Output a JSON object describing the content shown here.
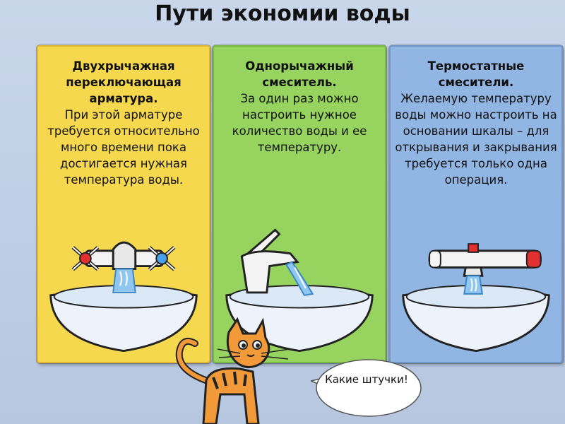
{
  "title": "Пути экономии воды",
  "panels": [
    {
      "heading": "Двухрычажная переключающая арматура.",
      "text": "При этой арматуре требуется относительно много времени пока достигается нужная температура воды.",
      "color": "#f6d84e"
    },
    {
      "heading": "Однорычажный смеситель.",
      "text": "За один раз можно настроить нужное количество воды и ее температуру.",
      "color": "#97d35f"
    },
    {
      "heading": "Термостатные смесители.",
      "text": "Желаемую температуру воды можно настроить на основании шкалы – для открывания и закрывания требуется только одна операция.",
      "color": "#92b6e4"
    }
  ],
  "speech": "Какие штучки!",
  "illustrations": [
    "two-handle-faucet-icon",
    "single-lever-faucet-icon",
    "thermostatic-mixer-icon",
    "sink-icon",
    "cat-icon"
  ]
}
